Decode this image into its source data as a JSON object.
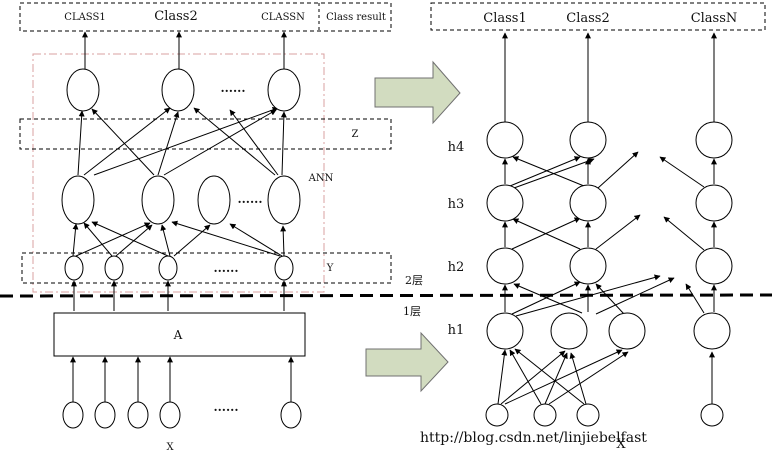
{
  "left": {
    "class_labels": [
      "CLASS1",
      "Class2",
      "CLASSN"
    ],
    "class_result": "Class result",
    "ellipsis": "......",
    "z_label": "Z",
    "ann_label": "ANN",
    "y_label": "Y",
    "a_label": "A",
    "x_label": "X"
  },
  "right": {
    "class_labels": [
      "Class1",
      "Class2",
      "ClassN"
    ],
    "layers": [
      "h4",
      "h3",
      "h2",
      "h1"
    ],
    "x_label": "X"
  },
  "layer2_label": "2层",
  "layer1_label": "1层",
  "watermark": "http://blog.csdn.net/linjiebelfast",
  "colors": {
    "ann_border": "#d8a0a0",
    "arrow_fill": "#d2dcc0",
    "arrow_stroke": "#707070"
  }
}
